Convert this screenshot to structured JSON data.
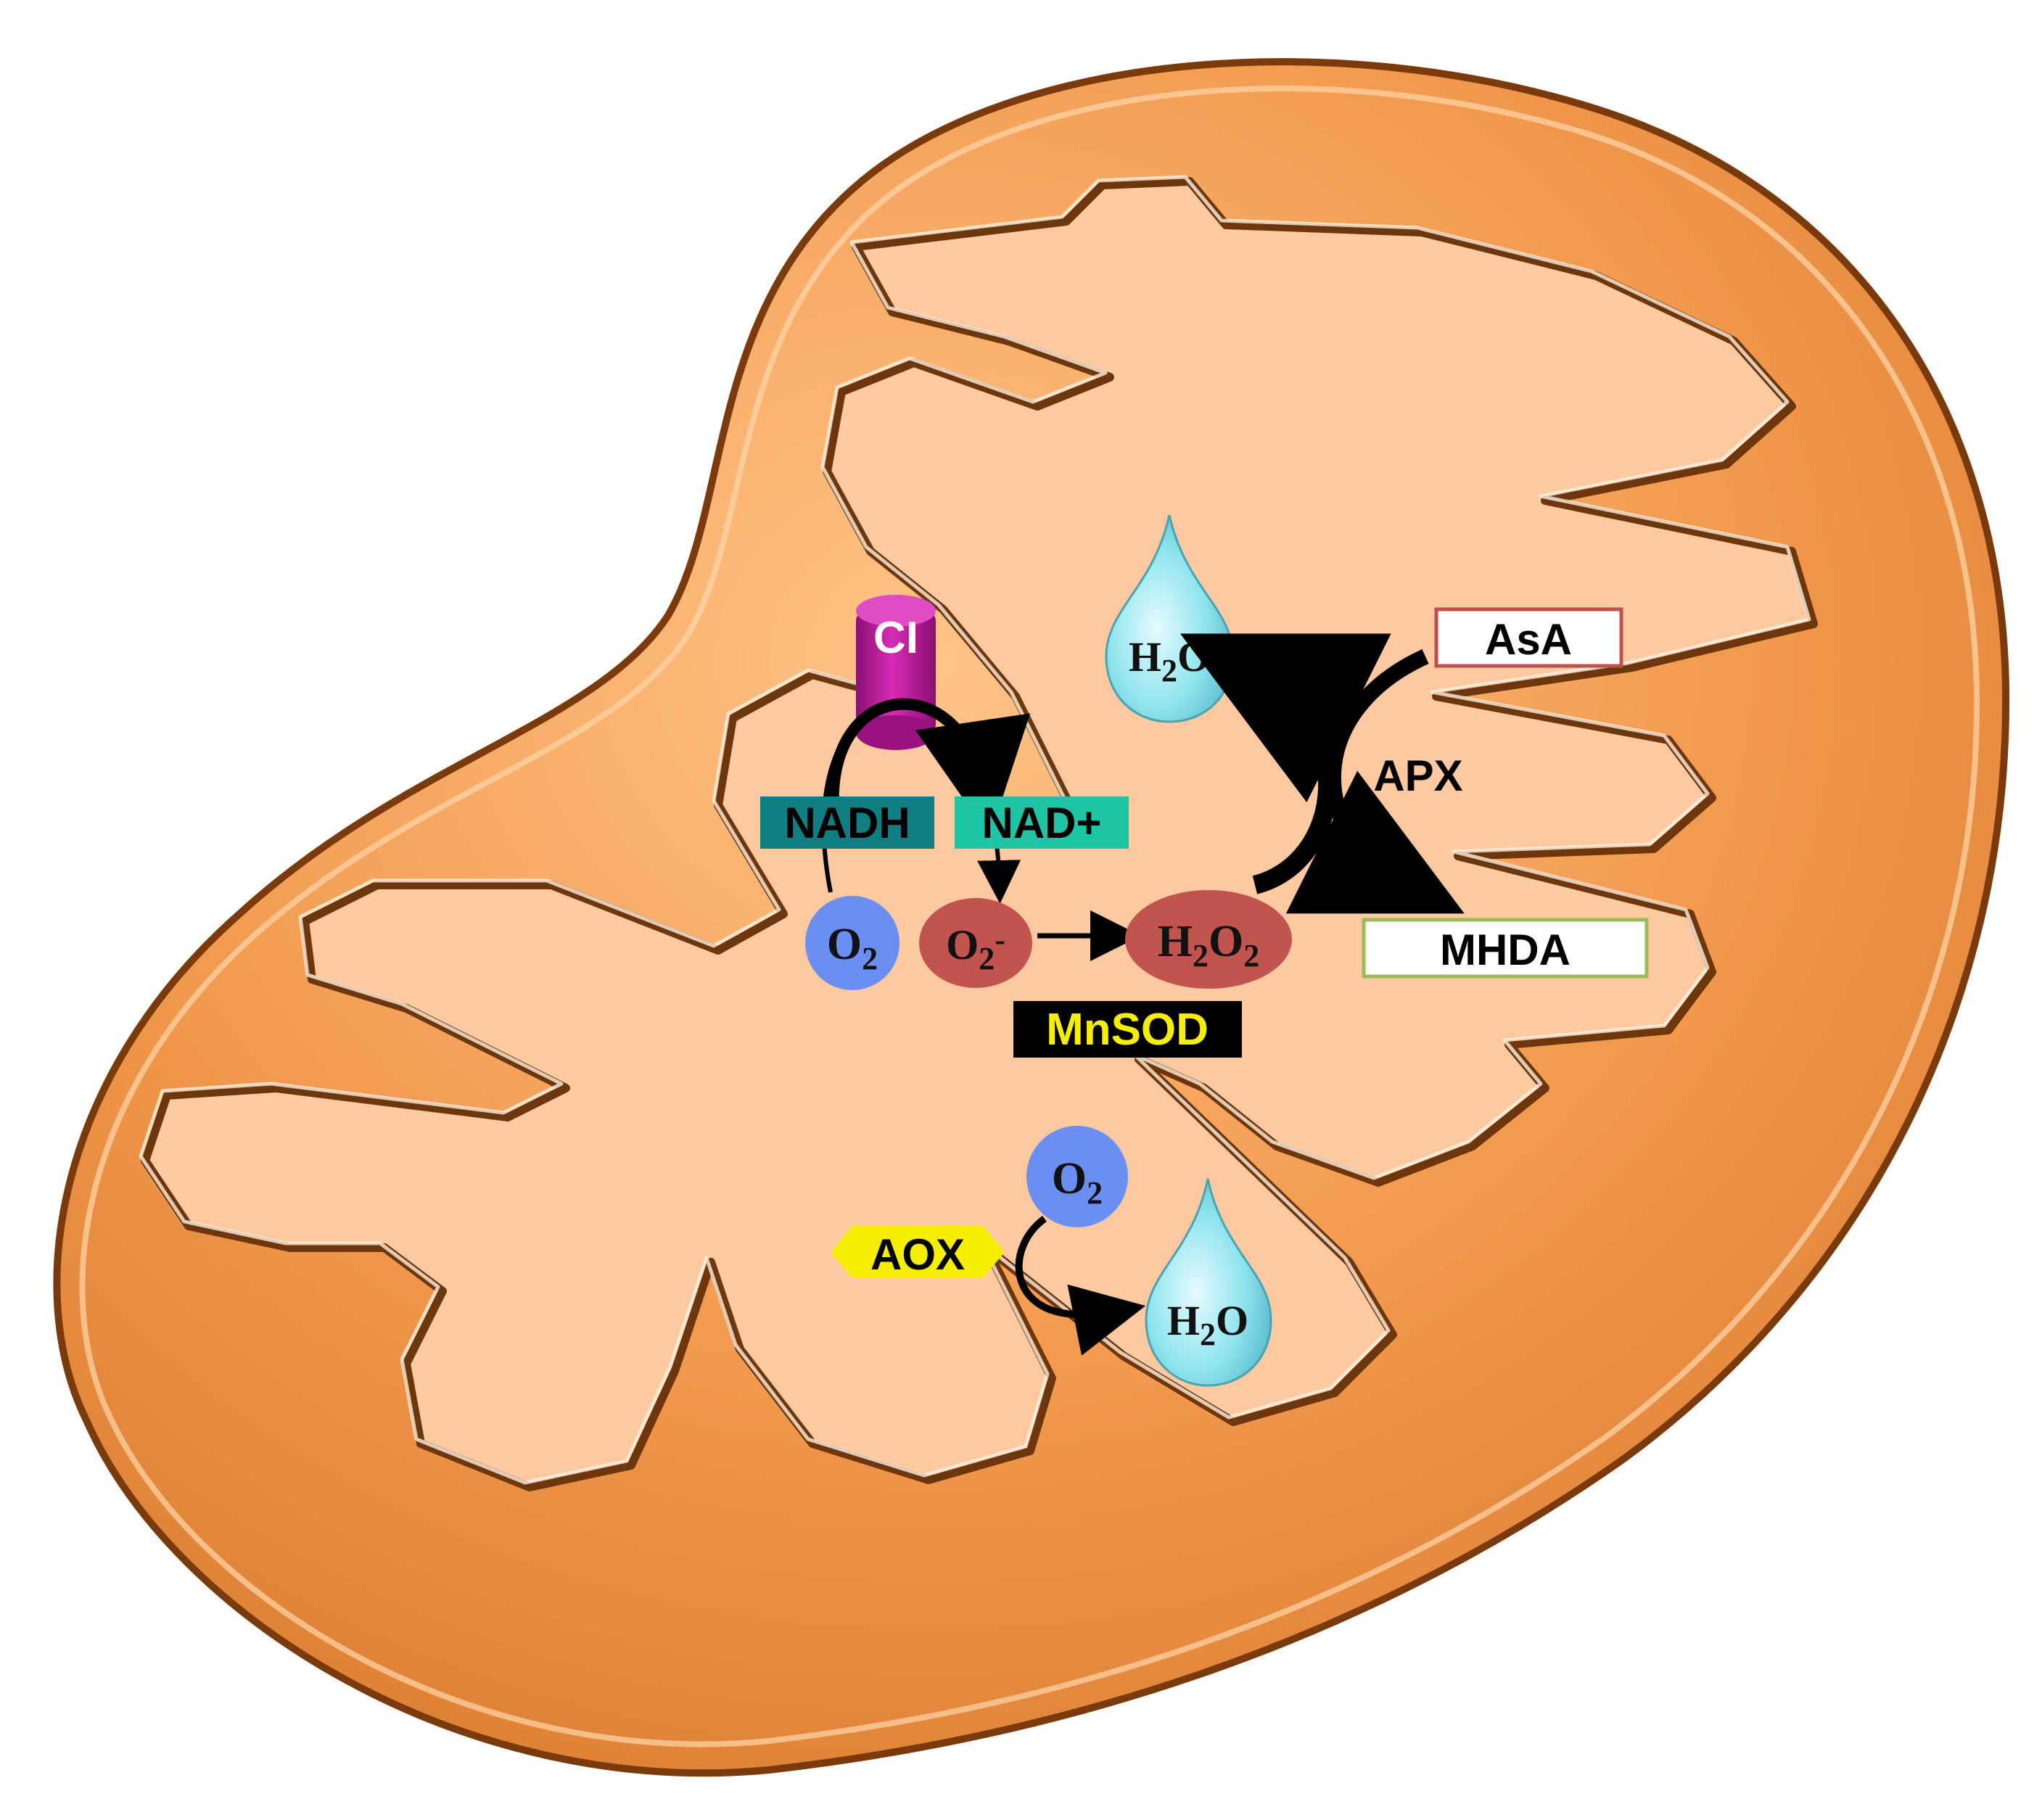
{
  "colors": {
    "outer_membrane": "#f29a4f",
    "outer_membrane_edge": "#8a4a14",
    "matrix": "#fcc9a0",
    "cristae_edge": "#7a3e10",
    "complex_I": "#c0169f",
    "nadh_box": "#0f7e82",
    "nad_box": "#1fc4a4",
    "o2": "#6a8ef2",
    "superoxide": "#c25450",
    "h2o2": "#c25450",
    "mnsod_box": "#000000",
    "mnsod_text": "#f5ee00",
    "aox": "#f5ee00",
    "water_drop": "#8fe4ee",
    "asa_border": "#c0504d",
    "mhda_border": "#9bbb59"
  },
  "labels": {
    "complex_I": "CI",
    "nadh": "NADH",
    "nad_plus": "NAD+",
    "o2_left": "O2",
    "superoxide": "O2-",
    "h2o2": "H2O2",
    "mnsod": "MnSOD",
    "water_top": "H2O",
    "asa": "AsA",
    "apx": "APX",
    "mhda": "MHDA",
    "o2_bottom": "O2",
    "aox": "AOX",
    "water_bottom": "H2O"
  },
  "icons": {
    "water_top": "water-drop-icon",
    "water_bottom": "water-drop-icon"
  }
}
